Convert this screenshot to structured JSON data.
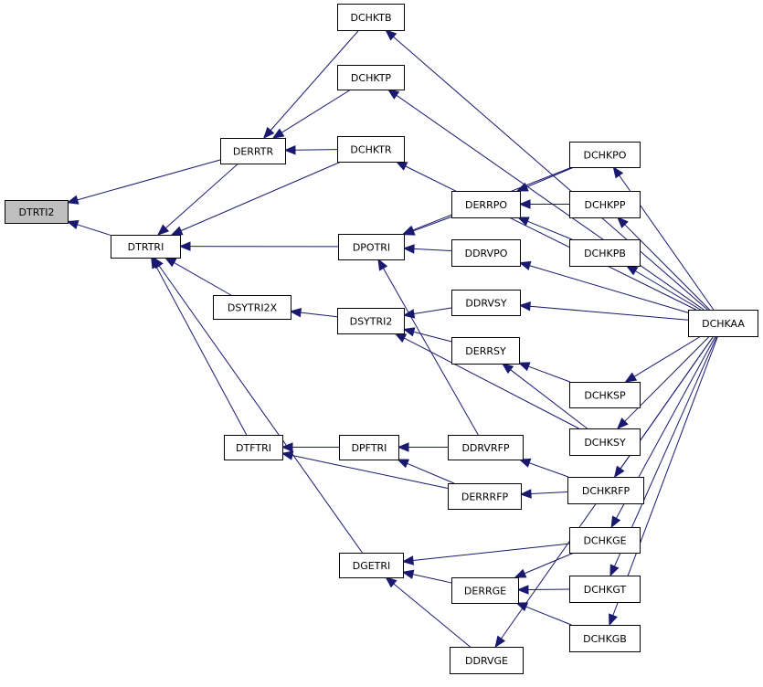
{
  "colors": {
    "edge": "#191970",
    "node_border": "#000000",
    "node_fill": "#ffffff",
    "root_fill": "#bfbfbf",
    "background": "#ffffff"
  },
  "nodes": [
    {
      "id": "DTRTI2",
      "label": "DTRTI2",
      "root": true
    },
    {
      "id": "DERRTR",
      "label": "DERRTR"
    },
    {
      "id": "DTRTRI",
      "label": "DTRTRI"
    },
    {
      "id": "DCHKTB",
      "label": "DCHKTB"
    },
    {
      "id": "DCHKTP",
      "label": "DCHKTP"
    },
    {
      "id": "DCHKTR",
      "label": "DCHKTR"
    },
    {
      "id": "DCHKAA",
      "label": "DCHKAA"
    },
    {
      "id": "DPOTRI",
      "label": "DPOTRI"
    },
    {
      "id": "DSYTRI2X",
      "label": "DSYTRI2X"
    },
    {
      "id": "DTFTRI",
      "label": "DTFTRI"
    },
    {
      "id": "DGETRI",
      "label": "DGETRI"
    },
    {
      "id": "DERRPO",
      "label": "DERRPO"
    },
    {
      "id": "DDRVPO",
      "label": "DDRVPO"
    },
    {
      "id": "DDRVRFP",
      "label": "DDRVRFP"
    },
    {
      "id": "DCHKPO",
      "label": "DCHKPO"
    },
    {
      "id": "DCHKPP",
      "label": "DCHKPP"
    },
    {
      "id": "DCHKPB",
      "label": "DCHKPB"
    },
    {
      "id": "DSYTRI2",
      "label": "DSYTRI2"
    },
    {
      "id": "DDRVSY",
      "label": "DDRVSY"
    },
    {
      "id": "DERRSY",
      "label": "DERRSY"
    },
    {
      "id": "DCHKSY",
      "label": "DCHKSY"
    },
    {
      "id": "DCHKSP",
      "label": "DCHKSP"
    },
    {
      "id": "DPFTRI",
      "label": "DPFTRI"
    },
    {
      "id": "DERRRFP",
      "label": "DERRRFP"
    },
    {
      "id": "DCHKRFP",
      "label": "DCHKRFP"
    },
    {
      "id": "DERRGE",
      "label": "DERRGE"
    },
    {
      "id": "DDRVGE",
      "label": "DDRVGE"
    },
    {
      "id": "DCHKGE",
      "label": "DCHKGE"
    },
    {
      "id": "DCHKGT",
      "label": "DCHKGT"
    },
    {
      "id": "DCHKGB",
      "label": "DCHKGB"
    }
  ],
  "edges": [
    {
      "from": "DERRTR",
      "to": "DTRTI2"
    },
    {
      "from": "DTRTRI",
      "to": "DTRTI2"
    },
    {
      "from": "DCHKTB",
      "to": "DERRTR"
    },
    {
      "from": "DCHKTP",
      "to": "DERRTR"
    },
    {
      "from": "DCHKTR",
      "to": "DERRTR"
    },
    {
      "from": "DCHKAA",
      "to": "DCHKTB"
    },
    {
      "from": "DCHKAA",
      "to": "DCHKTP"
    },
    {
      "from": "DCHKAA",
      "to": "DCHKTR"
    },
    {
      "from": "DERRTR",
      "to": "DTRTRI"
    },
    {
      "from": "DCHKTR",
      "to": "DTRTRI"
    },
    {
      "from": "DPOTRI",
      "to": "DTRTRI"
    },
    {
      "from": "DSYTRI2X",
      "to": "DTRTRI"
    },
    {
      "from": "DTFTRI",
      "to": "DTRTRI"
    },
    {
      "from": "DGETRI",
      "to": "DTRTRI"
    },
    {
      "from": "DCHKPO",
      "to": "DPOTRI"
    },
    {
      "from": "DERRPO",
      "to": "DPOTRI"
    },
    {
      "from": "DDRVPO",
      "to": "DPOTRI"
    },
    {
      "from": "DDRVRFP",
      "to": "DPOTRI"
    },
    {
      "from": "DCHKPO",
      "to": "DERRPO"
    },
    {
      "from": "DCHKPP",
      "to": "DERRPO"
    },
    {
      "from": "DCHKPB",
      "to": "DERRPO"
    },
    {
      "from": "DCHKAA",
      "to": "DCHKPO"
    },
    {
      "from": "DCHKAA",
      "to": "DCHKPP"
    },
    {
      "from": "DCHKAA",
      "to": "DCHKPB"
    },
    {
      "from": "DCHKAA",
      "to": "DDRVPO"
    },
    {
      "from": "DSYTRI2",
      "to": "DSYTRI2X"
    },
    {
      "from": "DDRVSY",
      "to": "DSYTRI2"
    },
    {
      "from": "DERRSY",
      "to": "DSYTRI2"
    },
    {
      "from": "DCHKSY",
      "to": "DSYTRI2"
    },
    {
      "from": "DCHKAA",
      "to": "DDRVSY"
    },
    {
      "from": "DCHKSP",
      "to": "DERRSY"
    },
    {
      "from": "DCHKSY",
      "to": "DERRSY"
    },
    {
      "from": "DCHKAA",
      "to": "DCHKSP"
    },
    {
      "from": "DCHKAA",
      "to": "DCHKSY"
    },
    {
      "from": "DPFTRI",
      "to": "DTFTRI"
    },
    {
      "from": "DERRRFP",
      "to": "DTFTRI"
    },
    {
      "from": "DDRVRFP",
      "to": "DPFTRI"
    },
    {
      "from": "DERRRFP",
      "to": "DPFTRI"
    },
    {
      "from": "DCHKRFP",
      "to": "DDRVRFP"
    },
    {
      "from": "DCHKRFP",
      "to": "DERRRFP"
    },
    {
      "from": "DCHKAA",
      "to": "DCHKRFP"
    },
    {
      "from": "DCHKGE",
      "to": "DGETRI"
    },
    {
      "from": "DERRGE",
      "to": "DGETRI"
    },
    {
      "from": "DDRVGE",
      "to": "DGETRI"
    },
    {
      "from": "DCHKGE",
      "to": "DERRGE"
    },
    {
      "from": "DCHKGT",
      "to": "DERRGE"
    },
    {
      "from": "DCHKGB",
      "to": "DERRGE"
    },
    {
      "from": "DCHKAA",
      "to": "DCHKGE"
    },
    {
      "from": "DCHKAA",
      "to": "DCHKGT"
    },
    {
      "from": "DCHKAA",
      "to": "DCHKGB"
    },
    {
      "from": "DCHKAA",
      "to": "DDRVGE"
    }
  ]
}
